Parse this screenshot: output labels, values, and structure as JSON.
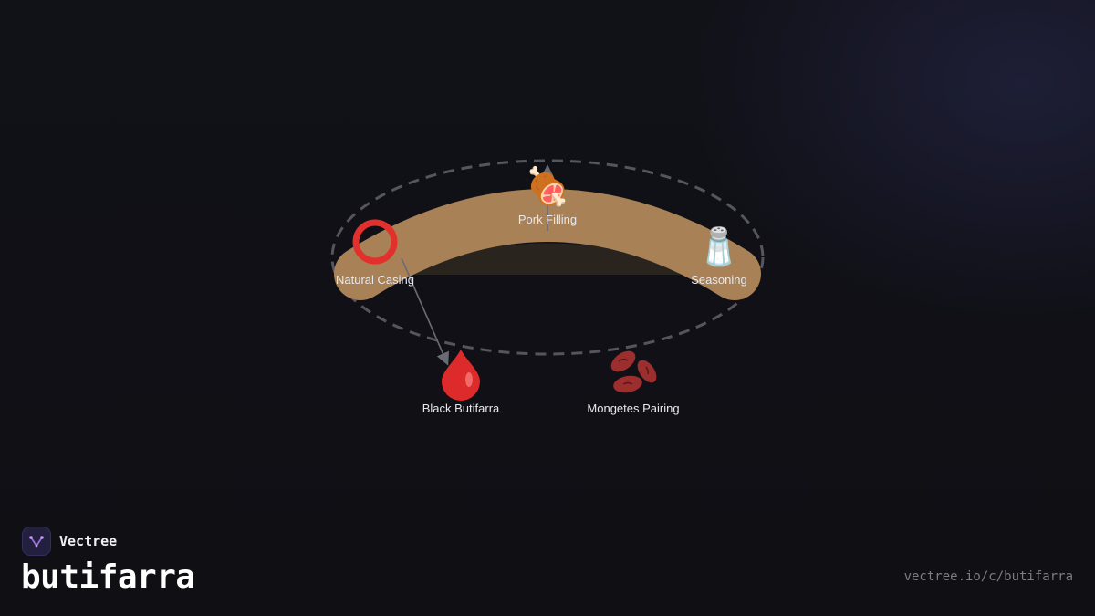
{
  "colors": {
    "background": "#111117",
    "sausage": "#a88157",
    "ring": "#55555d",
    "arrow": "#6b6b73",
    "label": "#e8e8ec",
    "url": "#7c7c86"
  },
  "nodes": [
    {
      "id": "pork-filling",
      "label": "Pork Filling",
      "icon": "meat-on-bone-icon",
      "glyph": "🍖"
    },
    {
      "id": "natural-casing",
      "label": "Natural Casing",
      "icon": "ring-circle-icon",
      "glyph": "⭕"
    },
    {
      "id": "seasoning",
      "label": "Seasoning",
      "icon": "salt-shaker-icon",
      "glyph": "🧂"
    },
    {
      "id": "black-butifarra",
      "label": "Black Butifarra",
      "icon": "blood-drop-icon",
      "glyph": "🩸"
    },
    {
      "id": "mongetes-pairing",
      "label": "Mongetes Pairing",
      "icon": "beans-icon",
      "glyph": "🫘"
    }
  ],
  "brand": {
    "name": "Vectree",
    "logo_icon": "vectree-logo-icon"
  },
  "title": "butifarra",
  "url": "vectree.io/c/butifarra"
}
